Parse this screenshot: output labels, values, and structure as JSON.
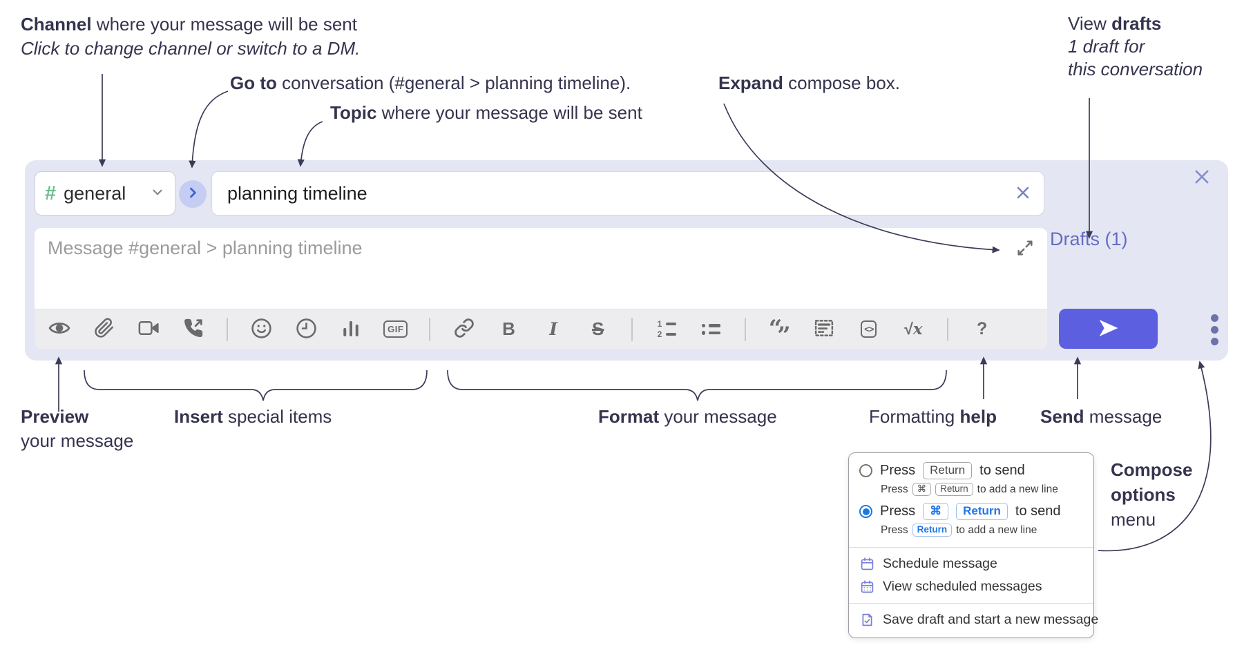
{
  "annotations": {
    "channel_line1_bold": "Channel",
    "channel_line1_rest": " where your message will be sent",
    "channel_line2": "Click to change channel or switch to a DM.",
    "goto_bold": "Go to",
    "goto_rest": " conversation (#general > planning timeline).",
    "topic_bold": "Topic",
    "topic_rest": " where your message will be sent",
    "expand_bold": "Expand",
    "expand_rest": " compose box.",
    "drafts_pre": "View ",
    "drafts_bold": "drafts",
    "drafts_line2": "1 draft for",
    "drafts_line3": "this conversation",
    "preview_bold": "Preview",
    "preview_line2": "your message",
    "insert_bold": "Insert",
    "insert_rest": " special items",
    "format_bold": "Format",
    "format_rest": " your message",
    "help_pre": "Formatting ",
    "help_bold": "help",
    "send_bold": "Send",
    "send_rest": " message",
    "compose_line1": "Compose",
    "compose_line2": "options",
    "compose_line3": "menu"
  },
  "compose": {
    "channel": {
      "hash": "#",
      "name": "general"
    },
    "topic_value": "planning timeline",
    "message_placeholder": "Message #general > planning timeline",
    "drafts_link": "Drafts (1)",
    "toolbar": {
      "gif": "GIF",
      "bold": "B",
      "italic": "I",
      "strike": "S",
      "ol_1": "1",
      "ol_2": "2",
      "quote_open": "“",
      "quote_close": "”",
      "code": "<>",
      "math_root": "√",
      "math_x": "x",
      "help": "?"
    }
  },
  "options_menu": {
    "option1": {
      "pre": "Press",
      "key": "Return",
      "post": "to send",
      "sub_pre": "Press",
      "sub_key1": "⌘",
      "sub_key2": "Return",
      "sub_post": "to add a new line"
    },
    "option2": {
      "pre": "Press",
      "key1": "⌘",
      "key2": "Return",
      "post": "to send",
      "sub_pre": "Press",
      "sub_key": "Return",
      "sub_post": "to add a new line"
    },
    "schedule": "Schedule message",
    "view_scheduled": "View scheduled messages",
    "save_draft": "Save draft and start a new message"
  },
  "colors": {
    "send_button": "#5b5fe0",
    "compose_background": "#e4e6f4",
    "drafts_link": "#656cc0",
    "channel_hash_green": "#6bbf8c",
    "radio_selected_blue": "#1f78e0",
    "annotation_text": "#35344e"
  }
}
